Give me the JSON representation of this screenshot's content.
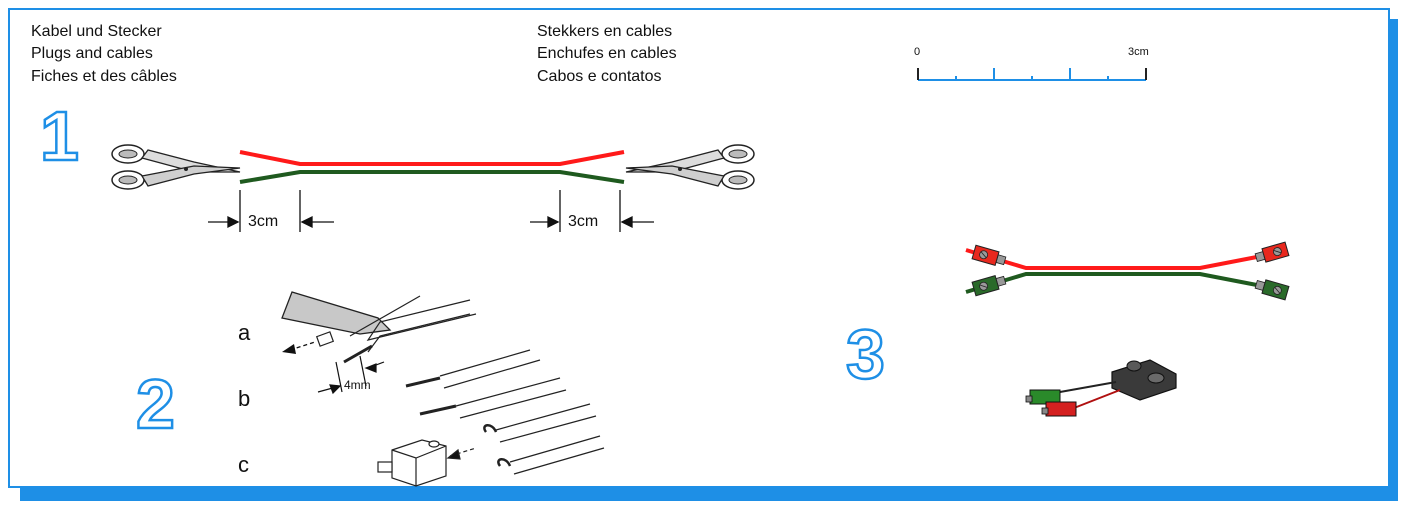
{
  "titles_left": [
    "Kabel und Stecker",
    "Plugs and cables",
    "Fiches et des câbles"
  ],
  "titles_right": [
    "Stekkers en cables",
    "Enchufes en cables",
    "Cabos e contatos"
  ],
  "step_numbers": [
    "1",
    "2",
    "3"
  ],
  "step1": {
    "left_dimension": "3cm",
    "right_dimension": "3cm"
  },
  "step2": {
    "labels": [
      "a",
      "b",
      "c"
    ],
    "strip_length": "4mm"
  },
  "ruler": {
    "start_label": "0",
    "end_label": "3cm"
  },
  "colors": {
    "frame": "#1e8fe6",
    "wire_red": "#ff1a1a",
    "wire_green": "#1f5a1f",
    "ruler": "#1e8fe6"
  }
}
